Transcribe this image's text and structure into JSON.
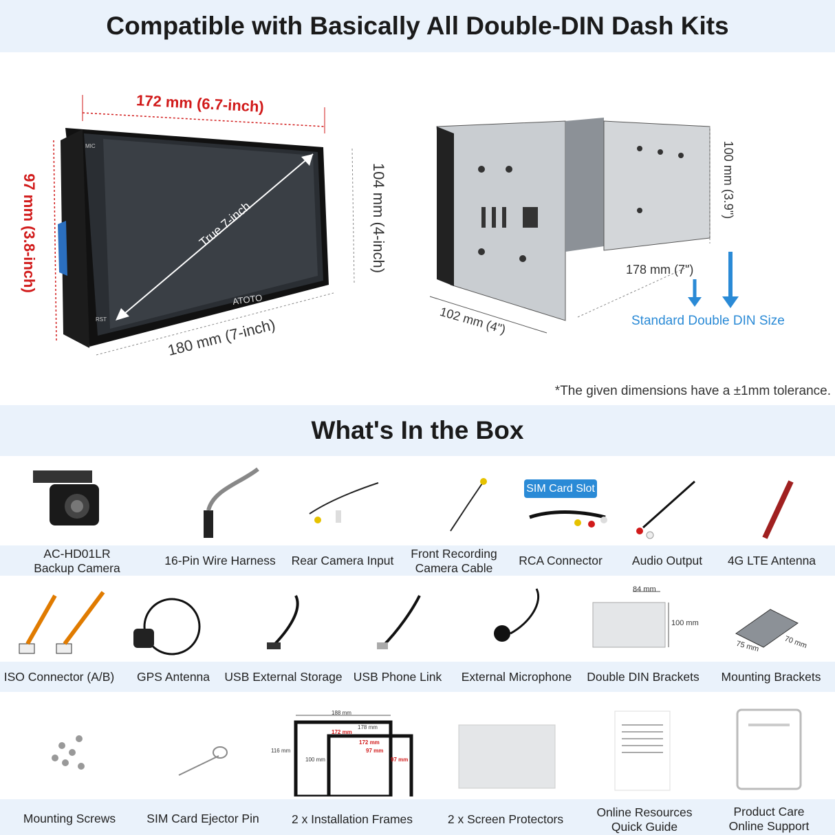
{
  "headings": {
    "top": "Compatible with Basically All Double-DIN Dash Kits",
    "box": "What's In the Box"
  },
  "dimensions": {
    "width_top": "172 mm (6.7-inch)",
    "height_left": "97 mm (3.8-inch)",
    "height_right": "104 mm (4-inch)",
    "width_bottom": "180 mm (7-inch)",
    "diagonal": "True 7-inch",
    "brand": "ATOTO",
    "chassis_height": "100 mm (3.9\")",
    "chassis_width": "178 mm (7\")",
    "chassis_depth": "102 mm (4\")",
    "standard": "Standard Double DIN Size",
    "side_mic": "MIC",
    "side_rst": "RST"
  },
  "tolerance_note": "*The given dimensions have a ±1mm tolerance.",
  "sim_badge": "SIM Card Slot",
  "row1": [
    {
      "l1": "AC-HD01LR",
      "l2": "Backup Camera"
    },
    {
      "l1": "16-Pin Wire Harness",
      "l2": ""
    },
    {
      "l1": "Rear Camera Input",
      "l2": ""
    },
    {
      "l1": "Front Recording",
      "l2": "Camera Cable"
    },
    {
      "l1": "RCA Connector",
      "l2": ""
    },
    {
      "l1": "Audio Output",
      "l2": ""
    },
    {
      "l1": "4G LTE Antenna",
      "l2": ""
    }
  ],
  "row2": [
    {
      "l1": "ISO Connector (A/B)"
    },
    {
      "l1": "GPS Antenna"
    },
    {
      "l1": "USB External Storage"
    },
    {
      "l1": "USB Phone Link"
    },
    {
      "l1": "External Microphone"
    },
    {
      "l1": "Double DIN Brackets"
    },
    {
      "l1": "Mounting Brackets"
    }
  ],
  "row3": [
    {
      "l1": "Mounting Screws",
      "l2": ""
    },
    {
      "l1": "SIM Card Ejector Pin",
      "l2": ""
    },
    {
      "l1": "2 x Installation Frames",
      "l2": ""
    },
    {
      "l1": "2 x Screen Protectors",
      "l2": ""
    },
    {
      "l1": "Online Resources",
      "l2": "Quick Guide"
    },
    {
      "l1": "Product Care",
      "l2": "Online Support"
    }
  ],
  "bracket_dims": {
    "w": "84 mm",
    "h": "100 mm"
  },
  "mount_dims": {
    "a": "75 mm",
    "b": "70 mm"
  },
  "frame_dims": {
    "a": "188 mm",
    "b": "178 mm",
    "c": "172 mm",
    "d": "172 mm",
    "e": "116 mm",
    "f": "100 mm",
    "g": "97 mm",
    "h": "97 mm"
  }
}
